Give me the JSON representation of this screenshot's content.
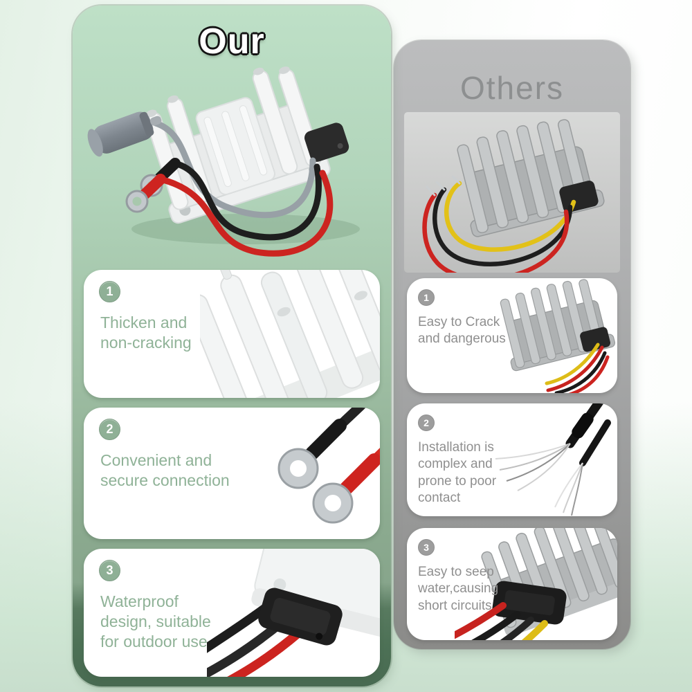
{
  "colors": {
    "background_top": "#eef6ef",
    "background_bottom": "#cbe4d0",
    "our_panel_top": "#bee0c7",
    "our_panel_bottom": "#7f9c84",
    "our_panel_border": "#4d7156",
    "our_accent": "#8fb297",
    "others_panel_top": "#bcbdbe",
    "others_panel_bottom": "#8b8b89",
    "others_accent": "#8f8f8f",
    "wire_red": "#cc2420",
    "wire_black": "#1e1e1e",
    "wire_yellow": "#e2c118",
    "wire_gray": "#98a0a6"
  },
  "our_panel": {
    "title": "Our",
    "features": [
      {
        "number": "1",
        "text": "Thicken and\nnon-cracking"
      },
      {
        "number": "2",
        "text": "Convenient and\nsecure connection"
      },
      {
        "number": "3",
        "text": "Waterproof\ndesign, suitable\nfor outdoor use"
      }
    ]
  },
  "others_panel": {
    "title": "Others",
    "drawbacks": [
      {
        "number": "1",
        "text": "Easy to Crack\nand dangerous"
      },
      {
        "number": "2",
        "text": "Installation is\ncomplex and\nprone to poor\ncontact"
      },
      {
        "number": "3",
        "text": "Easy to seep\nwater,causing\nshort circuits"
      }
    ]
  }
}
